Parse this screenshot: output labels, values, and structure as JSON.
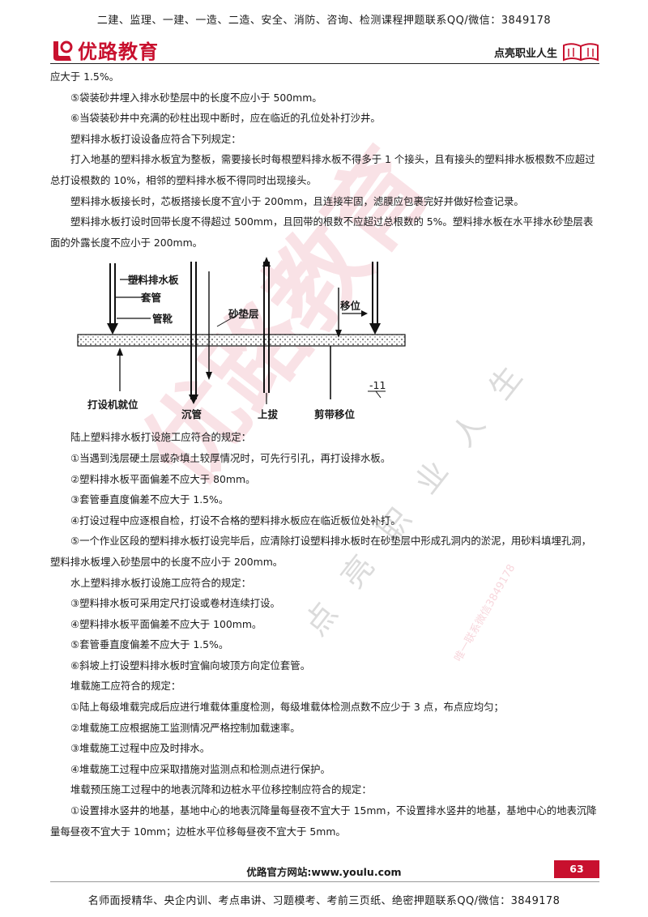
{
  "top_banner": "二建、监理、一建、一造、二造、安全、消防、咨询、检测课程押题联系QQ/微信：3849178",
  "header": {
    "logo_text": "优路教育",
    "tagline": "点亮职业人生"
  },
  "paragraphs_before": [
    {
      "text": "应大于 1.5%。",
      "indent": false
    },
    {
      "text": "⑤袋装砂井埋入排水砂垫层中的长度不应小于 500mm。",
      "indent": true
    },
    {
      "text": "⑥当袋装砂井中充满的砂柱出现中断时，应在临近的孔位处补打沙井。",
      "indent": true
    },
    {
      "text": "塑料排水板打设设备应符合下列规定：",
      "indent": true
    },
    {
      "text": "打入地基的塑料排水板宜为整板，需要接长时每根塑料排水板不得多于 1 个接头，且有接头的塑料排水板根数不应超过总打设根数的 10%，相邻的塑料排水板不得同时出现接头。",
      "indent": true
    },
    {
      "text": "塑料排水板接长时，芯板搭接长度不宜小于 200mm，且连接牢固，滤膜应包裹完好并做好检查记录。",
      "indent": true
    },
    {
      "text": "塑料排水板打设时回带长度不得超过 500mm，且回带的根数不应超过总根数的 5%。塑料排水板在水平排水砂垫层表面的外露长度不应小于 200mm。",
      "indent": true
    }
  ],
  "figure": {
    "labels": {
      "board": "塑料排水板",
      "casing": "套管",
      "shoe": "管靴",
      "sand_layer": "砂垫层",
      "shift": "移位",
      "mark": "-11",
      "step1": "打设机就位",
      "step2": "沉管",
      "step3": "上拔",
      "step4": "剪带移位"
    }
  },
  "paragraphs_after": [
    {
      "text": "陆上塑料排水板打设施工应符合的规定：",
      "indent": true
    },
    {
      "text": "①当遇到浅层硬土层或杂填土较厚情况时，可先行引孔，再打设排水板。",
      "indent": true
    },
    {
      "text": "②塑料排水板平面偏差不应大于 80mm。",
      "indent": true
    },
    {
      "text": "③套管垂直度偏差不应大于 1.5%。",
      "indent": true
    },
    {
      "text": "④打设过程中应逐根自检，打设不合格的塑料排水板应在临近板位处补打。",
      "indent": true
    },
    {
      "text": "⑤一个作业区段的塑料排水板打设完毕后，应清除打设塑料排水板时在砂垫层中形成孔洞内的淤泥，用砂料填埋孔洞，塑料排水板埋入砂垫层中的长度不应小于 200mm。",
      "indent": true
    },
    {
      "text": "水上塑料排水板打设施工应符合的规定：",
      "indent": true
    },
    {
      "text": "③塑料排水板可采用定尺打设或卷材连续打设。",
      "indent": true
    },
    {
      "text": "④塑料排水板平面偏差不应大于 100mm。",
      "indent": true
    },
    {
      "text": "⑤套管垂直度偏差不应大于 1.5%。",
      "indent": true
    },
    {
      "text": "⑥斜坡上打设塑料排水板时宜偏向坡顶方向定位套管。",
      "indent": true
    },
    {
      "text": "堆载施工应符合的规定：",
      "indent": true
    },
    {
      "text": "①陆上每级堆载完成后应进行堆载体重度检测，每级堆载体检测点数不应少于 3 点，布点应均匀；",
      "indent": true
    },
    {
      "text": "②堆载施工应根据施工监测情况严格控制加载速率。",
      "indent": true
    },
    {
      "text": "③堆载施工过程中应及时排水。",
      "indent": true
    },
    {
      "text": "④堆载施工过程中应采取措施对监测点和检测点进行保护。",
      "indent": true
    },
    {
      "text": "堆载预压施工过程中的地表沉降和边桩水平位移控制应符合的规定：",
      "indent": true
    },
    {
      "text": "①设置排水竖井的地基，基地中心的地表沉降量每昼夜不宜大于 15mm，不设置排水竖井的地基，基地中心的地表沉降量每昼夜不宜大于 10mm；边桩水平位移每昼夜不宜大于 5mm。",
      "indent": true
    }
  ],
  "watermark": {
    "big": "优路教育",
    "side": "点亮职业人生",
    "small": "唯一联系微信3849178"
  },
  "footer": {
    "site": "优路官方网站:www.youlu.com",
    "page": "63"
  },
  "bottom_banner": "名师面授精华、央企内训、考点串讲、习题模考、考前三页纸、绝密押题联系QQ/微信：3849178",
  "colors": {
    "brand_red": "#c8102e",
    "watermark_pink": "#ec9aa9"
  }
}
